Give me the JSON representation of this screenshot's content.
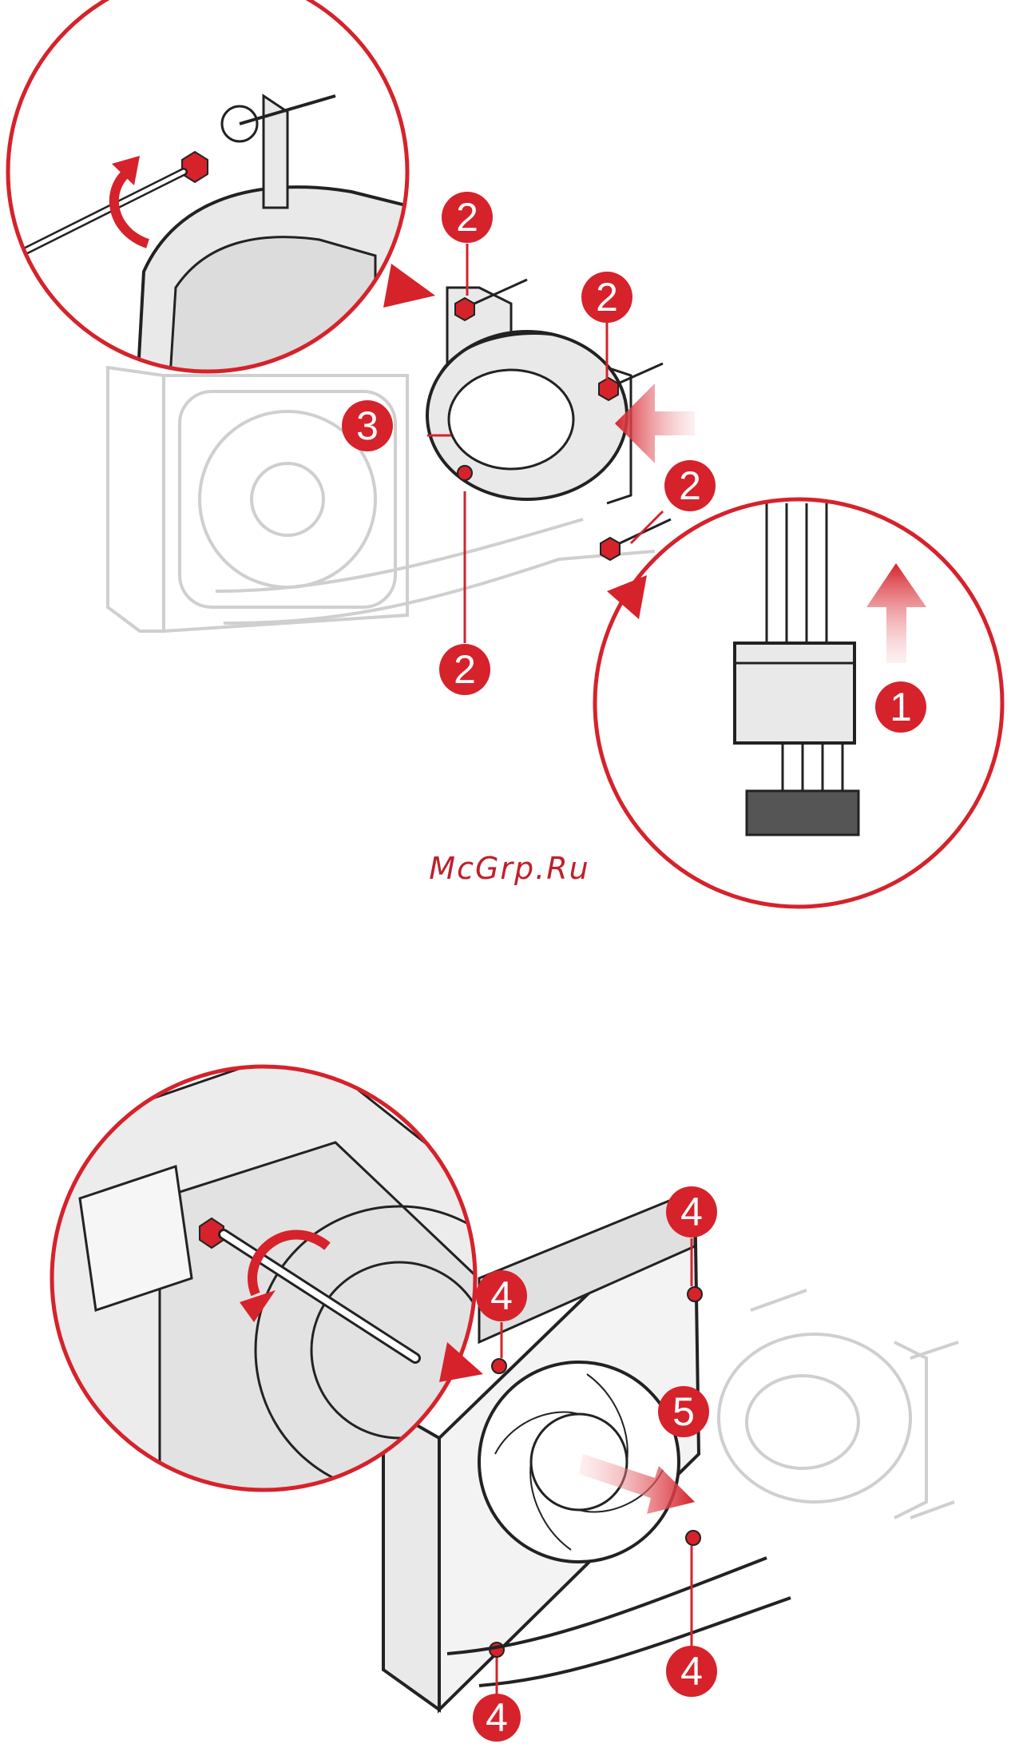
{
  "colors": {
    "accent": "#d6222b",
    "outline": "#222222",
    "ghost": "#cfcfcf",
    "fill": "#e9e9e9",
    "white": "#ffffff"
  },
  "watermark": "McGrp.Ru",
  "steps": {
    "one": "1",
    "two": "2",
    "three": "3",
    "four": "4",
    "five": "5"
  }
}
